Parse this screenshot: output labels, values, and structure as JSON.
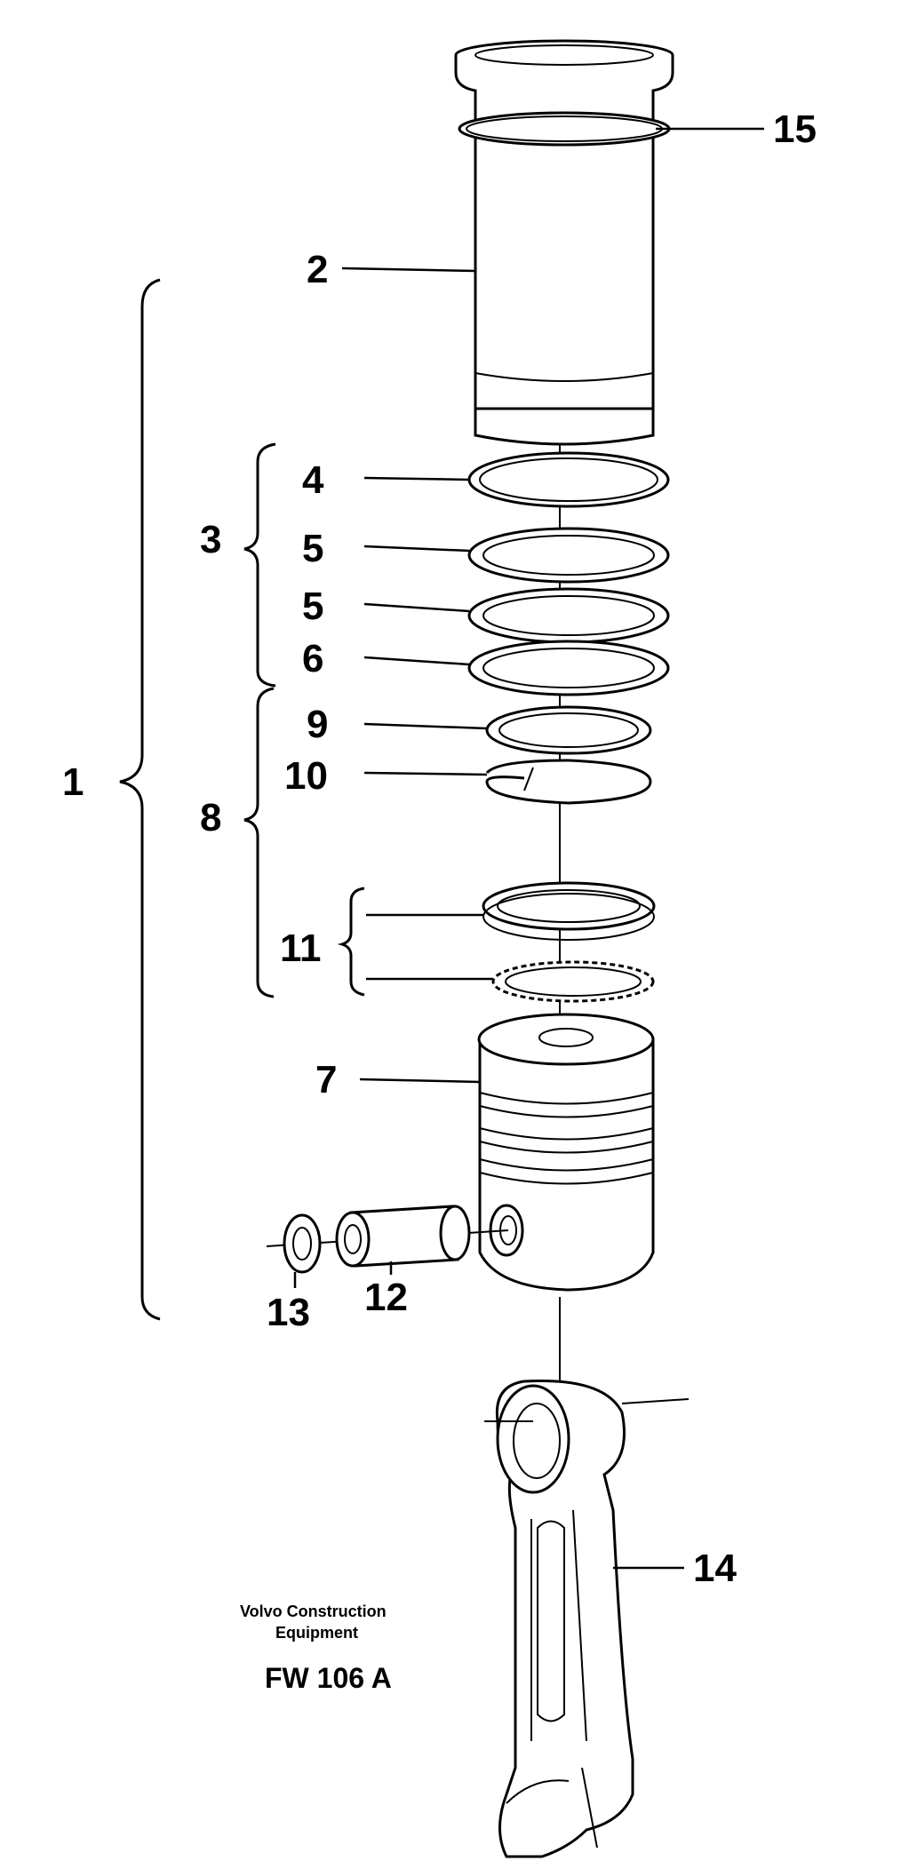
{
  "caption": {
    "company_line1": "Volvo Construction",
    "company_line2": "Equipment",
    "figure_code": "FW 106 A"
  },
  "callouts": {
    "c1": "1",
    "c2": "2",
    "c3": "3",
    "c4": "4",
    "c5a": "5",
    "c5b": "5",
    "c6": "6",
    "c7": "7",
    "c8": "8",
    "c9": "9",
    "c10": "10",
    "c11": "11",
    "c12": "12",
    "c13": "13",
    "c14": "14",
    "c15": "15"
  },
  "colors": {
    "ink": "#000000",
    "paper": "#ffffff"
  }
}
